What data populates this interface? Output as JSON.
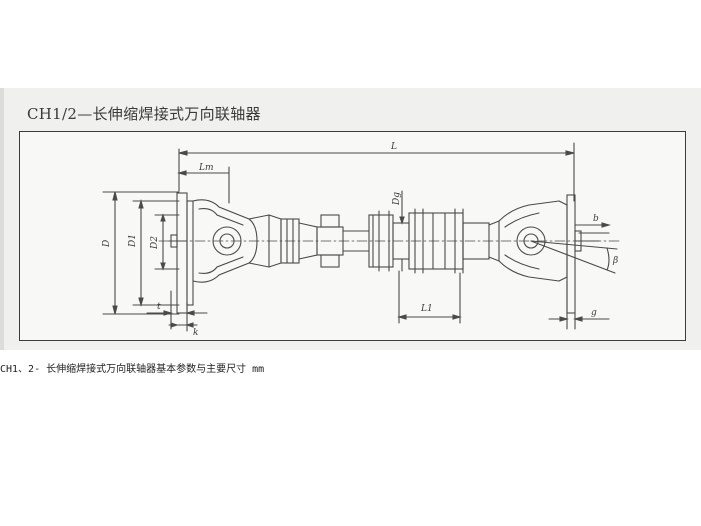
{
  "drawing": {
    "title": "CH1/2—长伸缩焊接式万向联轴器",
    "dimension_labels": {
      "L": "L",
      "Lm": "Lm",
      "D": "D",
      "D1": "D1",
      "D2": "D2",
      "Dg": "Dg",
      "L1": "L1",
      "b": "b",
      "beta": "β",
      "t": "t",
      "k": "k",
      "g": "g"
    }
  },
  "caption": "CH1、2- 长伸缩焊接式万向联轴器基本参数与主要尺寸 mm"
}
